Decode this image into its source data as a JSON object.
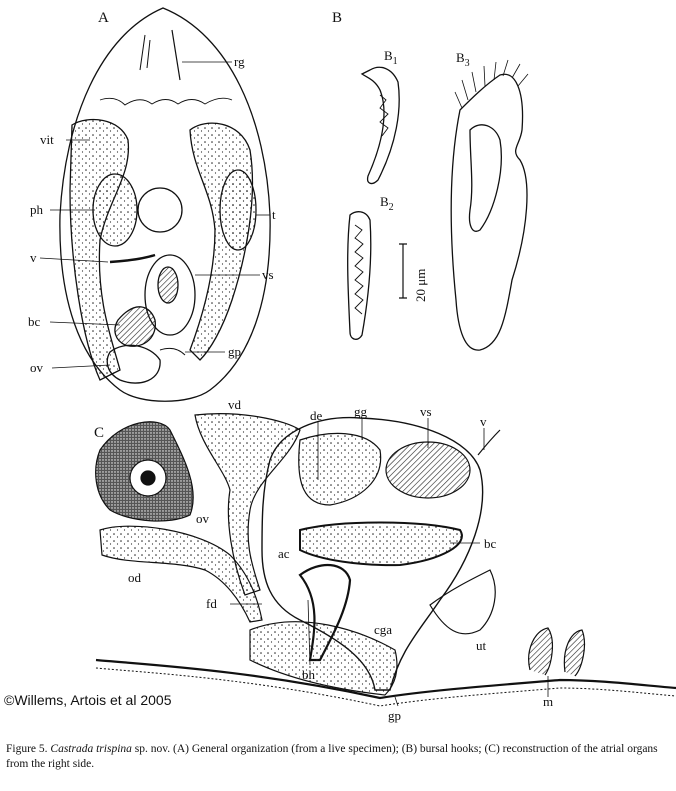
{
  "panels": {
    "a": "A",
    "b": "B",
    "c": "C"
  },
  "hooks": {
    "b1": "B",
    "b1_sub": "1",
    "b2": "B",
    "b2_sub": "2",
    "b3": "B",
    "b3_sub": "3"
  },
  "scale_bar": "20 μm",
  "labels_a": {
    "rg": "rg",
    "vit": "vit",
    "ph": "ph",
    "t": "t",
    "v": "v",
    "vs": "vs",
    "bc": "bc",
    "gp": "gp",
    "ov": "ov"
  },
  "labels_c": {
    "vd": "vd",
    "de": "de",
    "gg": "gg",
    "vs": "vs",
    "v": "v",
    "ov": "ov",
    "ac": "ac",
    "bc": "bc",
    "od": "od",
    "fd": "fd",
    "cga": "cga",
    "ut": "ut",
    "bh": "bh",
    "m": "m",
    "gp": "gp"
  },
  "copyright": "©Willems, Artois et al 2005",
  "caption": {
    "prefix": "Figure 5. ",
    "species": "Castrada trispina",
    "rest": " sp. nov. (A) General organization (from a live specimen); (B) bursal hooks; (C) reconstruction of the atrial organs from the right side."
  },
  "colors": {
    "ink": "#111111",
    "background": "#ffffff"
  }
}
